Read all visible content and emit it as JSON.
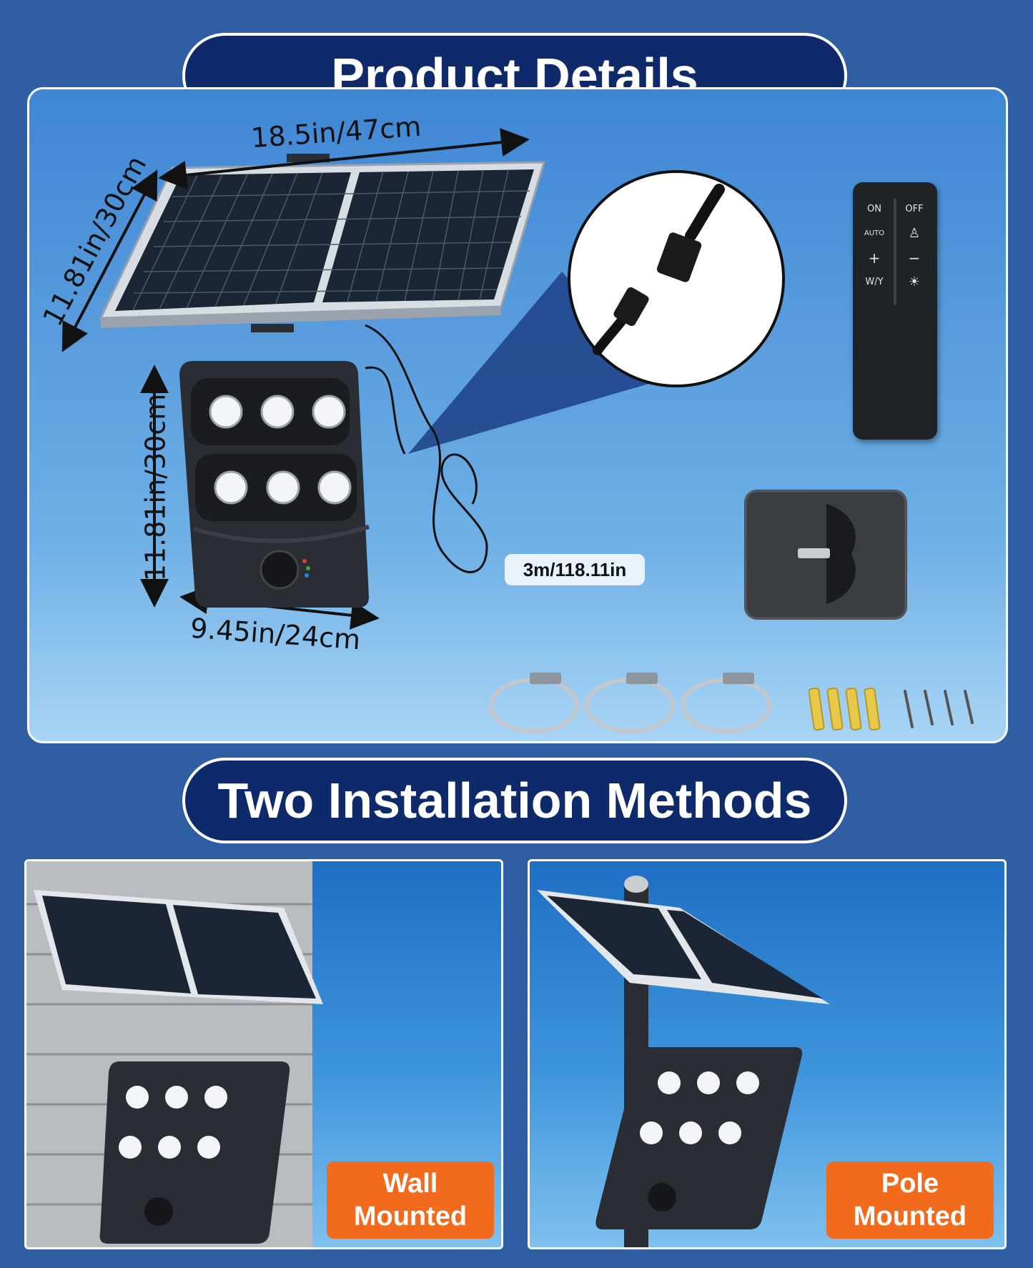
{
  "headings": {
    "details": "Product Details",
    "methods": "Two Installation Methods"
  },
  "dimensions": {
    "panel_width": "18.5in/47cm",
    "panel_height": "11.81in/30cm",
    "lamp_height": "11.81in/30cm",
    "lamp_width": "9.45in/24cm",
    "cable_length": "3m/118.11in"
  },
  "remote": {
    "on": "ON",
    "off": "OFF",
    "auto": "AUTO",
    "plus": "+",
    "minus": "−",
    "wy": "W/Y"
  },
  "installation": {
    "wall": {
      "line1": "Wall",
      "line2": "Mounted"
    },
    "pole": {
      "line1": "Pole",
      "line2": "Mounted"
    }
  },
  "colors": {
    "background": "#2f5ea3",
    "pill": "#0f2a6b",
    "badge": "#f26a1b"
  }
}
